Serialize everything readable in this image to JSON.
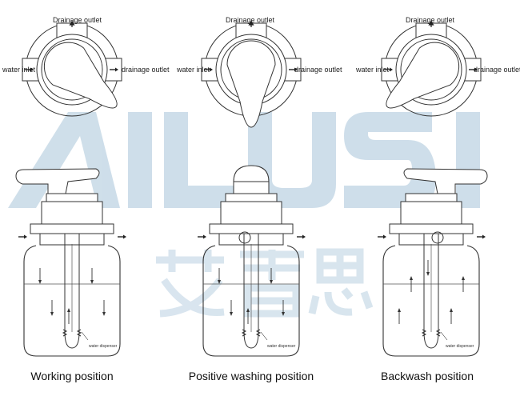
{
  "watermark": {
    "latin": "AILUSI",
    "chinese": "艾露思",
    "color": "#9fbfd6"
  },
  "labels": {
    "drainage_outlet_top": "Drainage outlet",
    "water_inlet": "water inlet",
    "drainage_outlet_side": "drainage outlet",
    "water_dispenser": "water dispenser"
  },
  "panels": [
    {
      "caption": "Working position"
    },
    {
      "caption": "Positive washing position"
    },
    {
      "caption": "Backwash position"
    }
  ]
}
